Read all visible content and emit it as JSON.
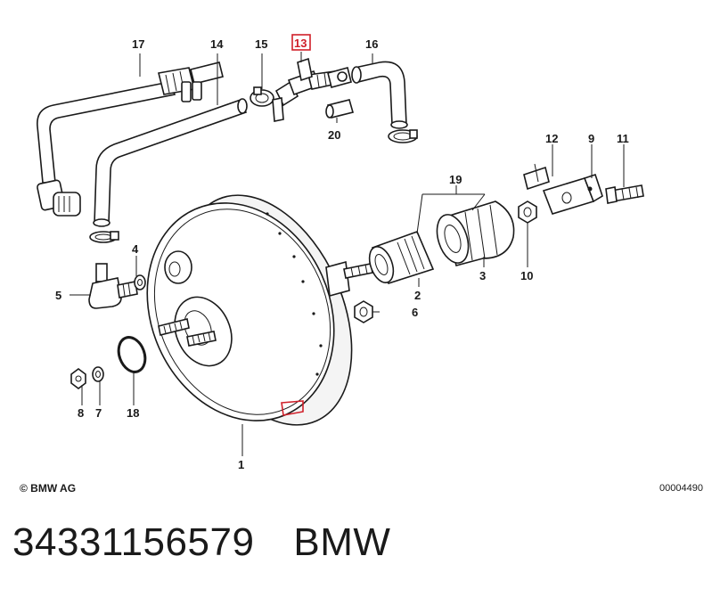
{
  "highlight_color": "#d0202a",
  "callouts": {
    "c1": "1",
    "c2": "2",
    "c3": "3",
    "c4": "4",
    "c5": "5",
    "c6": "6",
    "c7": "7",
    "c8": "8",
    "c9": "9",
    "c10": "10",
    "c11": "11",
    "c12": "12",
    "c13": "13",
    "c14": "14",
    "c15": "15",
    "c16": "16",
    "c17": "17",
    "c18": "18",
    "c19": "19",
    "c20": "20"
  },
  "footer": {
    "copyright": "© BMW AG",
    "diagram_code": "00004490"
  },
  "caption": {
    "part_number": "34331156579",
    "brand": "BMW"
  }
}
